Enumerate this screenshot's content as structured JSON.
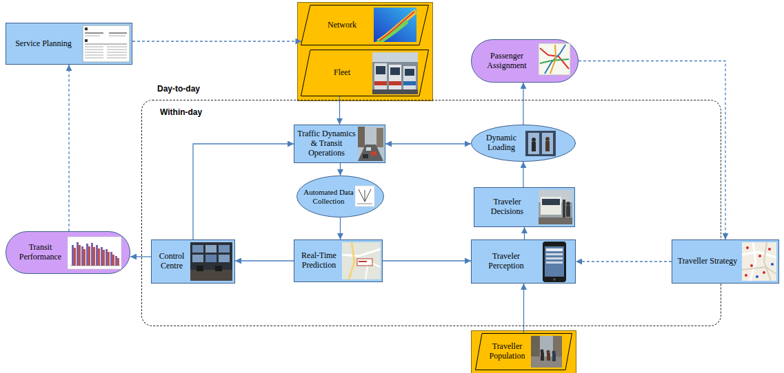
{
  "diagram": {
    "nodes": [
      {
        "text": [
          "Service Planning"
        ]
      },
      {
        "text": [
          "Network"
        ]
      },
      {
        "text": [
          "Fleet"
        ]
      },
      {
        "text": [
          "Passenger Assignment"
        ]
      },
      {
        "text": [
          "Within-day"
        ]
      },
      {
        "text": [
          "Traffic Dynamics & Transit Operations"
        ],
        "in": 4
      },
      {
        "text": [
          "Dynamic Loading"
        ],
        "in": 4
      },
      {
        "text": [
          "Automated Data Collection"
        ],
        "in": 4
      },
      {
        "text": [
          "Traveler Decisions"
        ],
        "in": 4
      },
      {
        "text": [
          "Transit Performance"
        ]
      },
      {
        "text": [
          "Control Centre"
        ],
        "in": 4
      },
      {
        "text": [
          "Real-Time Prediction"
        ],
        "in": 4
      },
      {
        "text": [
          "Traveler Perception"
        ],
        "in": 4
      },
      {
        "text": [
          "Traveller Strategy"
        ]
      },
      {
        "text": [
          "Traveller Population"
        ]
      }
    ],
    "edges": [
      {
        "from": 0,
        "to": 1,
        "arrow": "to"
      },
      {
        "from": 2,
        "to": 5,
        "arrow": "to"
      },
      {
        "from": 5,
        "to": 6,
        "arrow": "both"
      },
      {
        "from": 5,
        "to": 7,
        "arrow": "to"
      },
      {
        "from": 7,
        "to": 11,
        "arrow": "to"
      },
      {
        "from": 11,
        "to": 10,
        "arrow": "to"
      },
      {
        "from": 11,
        "to": 12,
        "arrow": "to"
      },
      {
        "from": 10,
        "to": 9,
        "arrow": "to"
      },
      {
        "from": 10,
        "to": 5,
        "arrow": "to"
      },
      {
        "from": 9,
        "to": 0,
        "arrow": "to"
      },
      {
        "from": 14,
        "to": 12,
        "arrow": "to"
      },
      {
        "from": 12,
        "to": 8,
        "arrow": "to"
      },
      {
        "from": 8,
        "to": 6,
        "arrow": "to"
      },
      {
        "from": 6,
        "to": 3,
        "arrow": "to"
      },
      {
        "from": 3,
        "to": 13,
        "arrow": "to"
      },
      {
        "from": 13,
        "to": 12,
        "arrow": "to"
      }
    ],
    "labels": [
      "Day-to-day"
    ]
  }
}
